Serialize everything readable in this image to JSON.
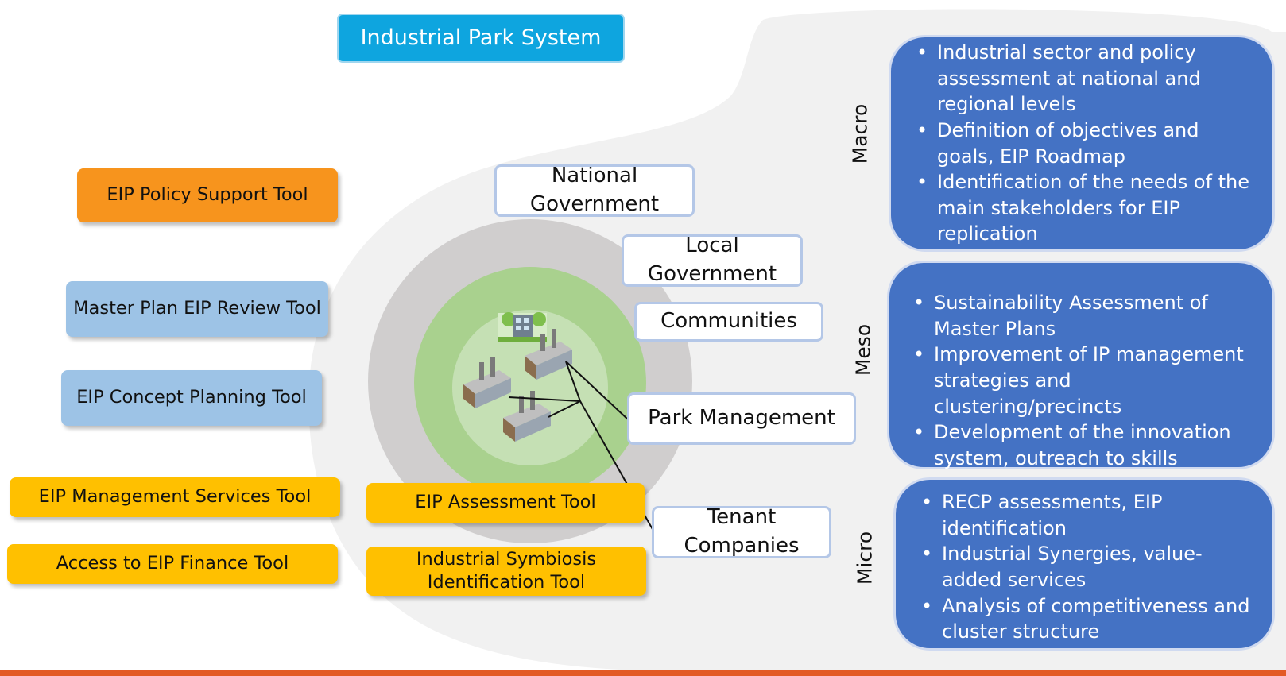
{
  "title": "Industrial Park System",
  "tools": {
    "policy": "EIP Policy Support Tool",
    "master_plan": "Master Plan EIP Review Tool",
    "concept": "EIP Concept Planning Tool",
    "management": "EIP Management Services Tool",
    "finance": "Access to EIP Finance Tool",
    "assessment": "EIP Assessment Tool",
    "symbiosis": "Industrial Symbiosis Identification Tool"
  },
  "stakeholders": {
    "national": "National Government",
    "local": "Local Government",
    "communities": "Communities",
    "park_management": "Park Management",
    "tenants": "Tenant Companies"
  },
  "levels": {
    "macro": {
      "label": "Macro",
      "items": [
        "Industrial sector and policy assessment at national and regional levels",
        "Definition of objectives and goals, EIP Roadmap",
        "Identification of the needs of the main  stakeholders for EIP replication"
      ]
    },
    "meso": {
      "label": "Meso",
      "items": [
        "Sustainability Assessment of Master Plans",
        "Improvement of IP management strategies and clustering/precincts",
        "Development of the innovation system, outreach to skills"
      ]
    },
    "micro": {
      "label": "Micro",
      "items": [
        "RECP assessments, EIP identification",
        "Industrial Synergies, value-added services",
        "Analysis of competitiveness and cluster structure"
      ]
    }
  },
  "colors": {
    "title_bg": "#0ea5df",
    "policy_tool": "#f7941d",
    "planning_tools": "#9dc3e6",
    "ops_tools": "#ffc000",
    "panel_bg": "#4472c4",
    "outer_ring": "#d0cece",
    "middle_ring": "#a9d18e",
    "inner_ring": "#c5e0b4",
    "bottom_bar": "#e35a25"
  }
}
